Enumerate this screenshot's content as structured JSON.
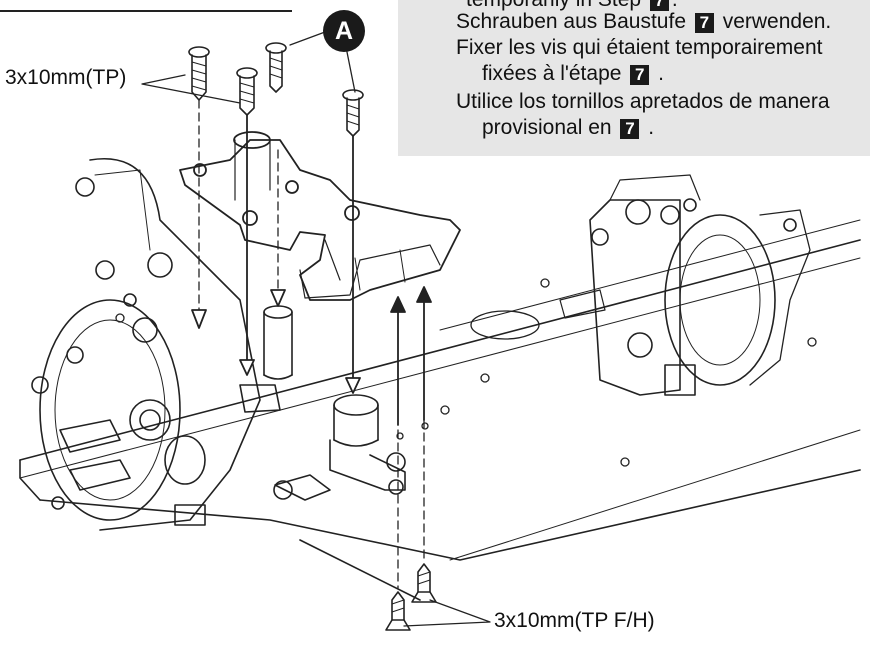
{
  "instructions": {
    "truncated_first_line": "temporarily in Step",
    "de": {
      "before": "Schrauben aus Baustufe",
      "after": "verwenden."
    },
    "fr_line1": "Fixer les vis qui étaient temporairement",
    "fr_line2": {
      "before": "fixées à l'étape",
      "after": "."
    },
    "es_line1": "Utilice los tornillos apretados de manera",
    "es_line2": {
      "before": "provisional en",
      "after": "."
    },
    "step_number": "7"
  },
  "labels": {
    "top_screws": "3x10mm(TP)",
    "bottom_screws": "3x10mm(TP F/H)",
    "marker": "A"
  }
}
